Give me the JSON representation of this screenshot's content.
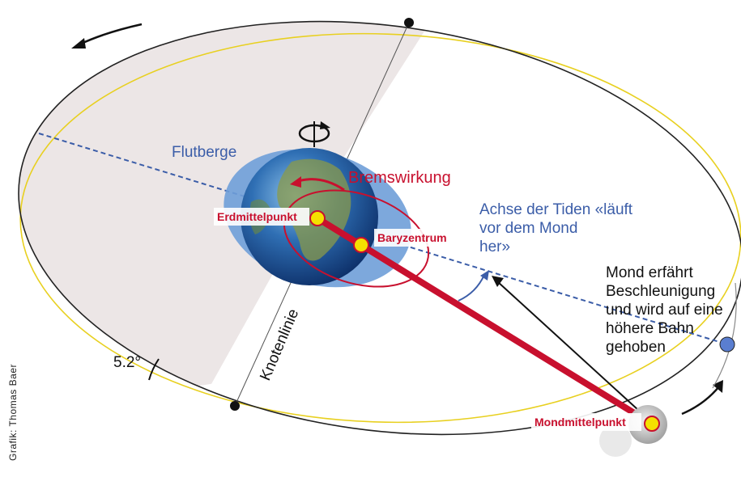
{
  "labels": {
    "flutberge": "Flutberge",
    "bremswirkung": "Bremswirkung",
    "erdmittelpunkt": "Erdmittelpunkt",
    "baryzentrum": "Baryzentrum",
    "achse_line1": "Achse der Tiden «läuft",
    "achse_line2": "vor dem Mond",
    "achse_line3": "her»",
    "mond_line1": "Mond erfährt",
    "mond_line2": "Beschleunigung",
    "mond_line3": "und wird auf eine",
    "mond_line4": "höhere Bahn",
    "mond_line5": "gehoben",
    "knotenlinie": "Knotenlinie",
    "angle": "5.2°",
    "mondmittelpunkt": "Mondmittelpunkt",
    "credit": "Grafik: Thomas Baer"
  },
  "colors": {
    "red": "#c8102e",
    "blue_text": "#3b5da8",
    "shaded_region": "#ece6e6",
    "ecliptic_yellow": "#e8d020",
    "tidal_bulge": "#6f9fd8",
    "point_yellow": "#f5e000"
  }
}
